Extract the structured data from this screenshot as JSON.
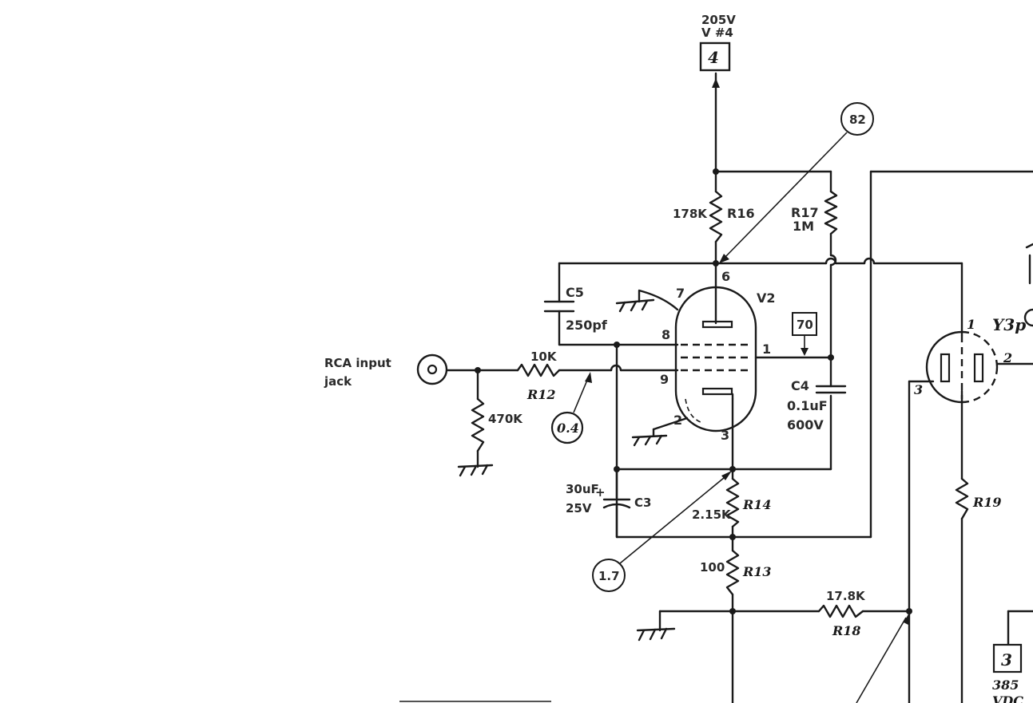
{
  "input": {
    "jack_line1": "RCA input",
    "jack_line2": "jack"
  },
  "supply": {
    "voltage": "205V",
    "ref": "V #4",
    "node": "4"
  },
  "tube": {
    "name": "V2",
    "pins": [
      "6",
      "7",
      "8",
      "1",
      "9",
      "2",
      "3"
    ]
  },
  "resistors": {
    "r16": {
      "value": "178K",
      "name": "R16"
    },
    "r17": {
      "name": "R17",
      "value": "1M"
    },
    "r12": {
      "value": "10K",
      "name": "R12"
    },
    "r_input": {
      "value": "470K"
    },
    "r14": {
      "value": "2.15K",
      "name": "R14"
    },
    "r13": {
      "value": "100",
      "name": "R13"
    },
    "r18": {
      "value": "17.8K",
      "name": "R18"
    },
    "r19": {
      "name": "R19"
    }
  },
  "capacitors": {
    "c5": {
      "name": "C5",
      "value": "250pf"
    },
    "c4": {
      "name": "C4",
      "value": "0.1uF",
      "rating": "600V"
    },
    "c3": {
      "value": "30uF",
      "rating": "25V",
      "name": "C3"
    }
  },
  "measurements": {
    "plate": "82",
    "screen": "70",
    "grid": "0.4",
    "cathode": "1.7"
  },
  "next_stage": {
    "tube_label": "Y3p",
    "pin1": "1",
    "pin2": "2",
    "pin3": "3",
    "node": "3",
    "supply_line1": "385",
    "supply_line2": "VDC"
  }
}
